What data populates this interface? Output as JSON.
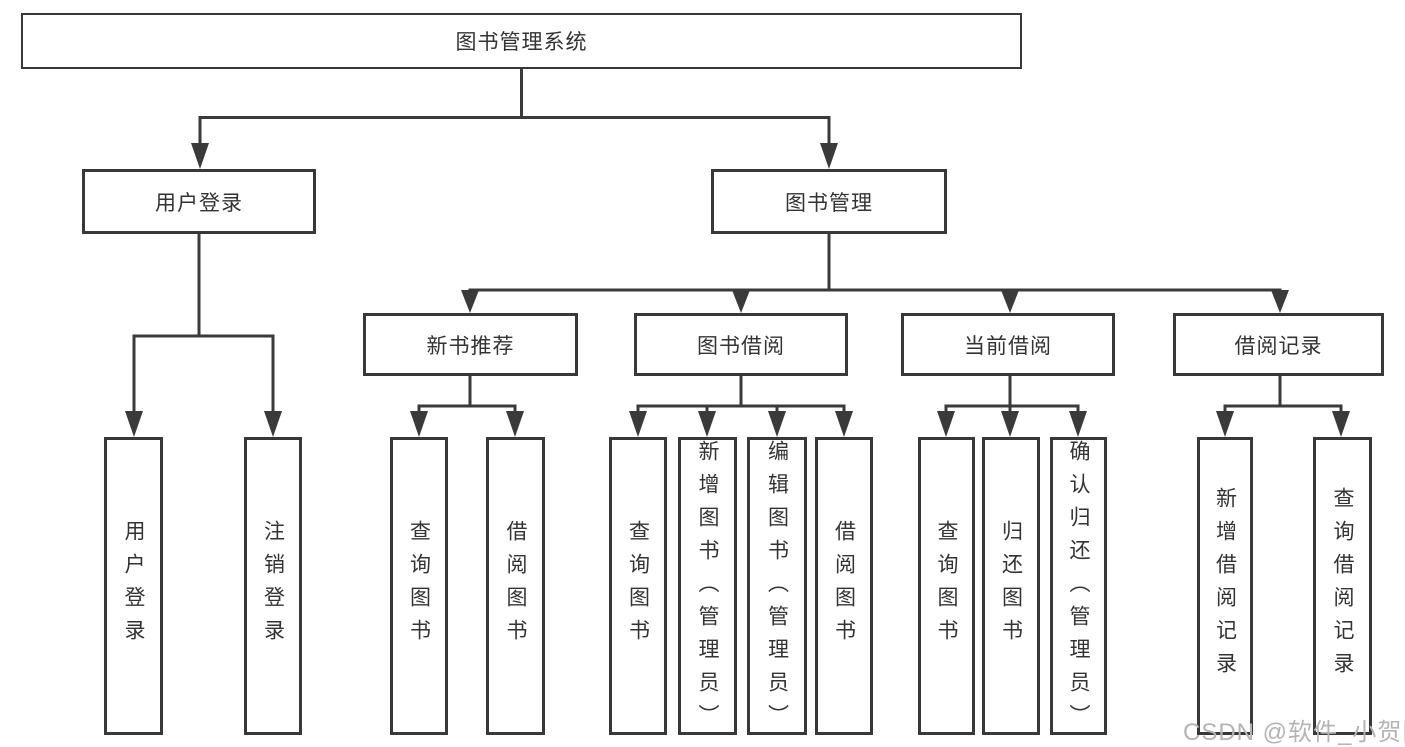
{
  "root": {
    "label": "图书管理系统"
  },
  "user_login": {
    "label": "用户登录",
    "children": [
      {
        "label": "用户登录"
      },
      {
        "label": "注销登录"
      }
    ]
  },
  "book_mgmt": {
    "label": "图书管理",
    "sections": [
      {
        "label": "新书推荐",
        "children": [
          {
            "label": "查询图书"
          },
          {
            "label": "借阅图书"
          }
        ]
      },
      {
        "label": "图书借阅",
        "children": [
          {
            "label": "查询图书"
          },
          {
            "label": "新增图书（管理员）"
          },
          {
            "label": "编辑图书（管理员）"
          },
          {
            "label": "借阅图书"
          }
        ]
      },
      {
        "label": "当前借阅",
        "children": [
          {
            "label": "查询图书"
          },
          {
            "label": "归还图书"
          },
          {
            "label": "确认归还（管理员）"
          }
        ]
      },
      {
        "label": "借阅记录",
        "children": [
          {
            "label": "新增借阅记录"
          },
          {
            "label": "查询借阅记录"
          }
        ]
      }
    ]
  },
  "watermark": {
    "label": "CSDN @软件_小贺同学"
  },
  "colors": {
    "line": "#3a3a3a",
    "text": "#333333",
    "watermark": "#b4b4b4",
    "background": "#ffffff"
  }
}
